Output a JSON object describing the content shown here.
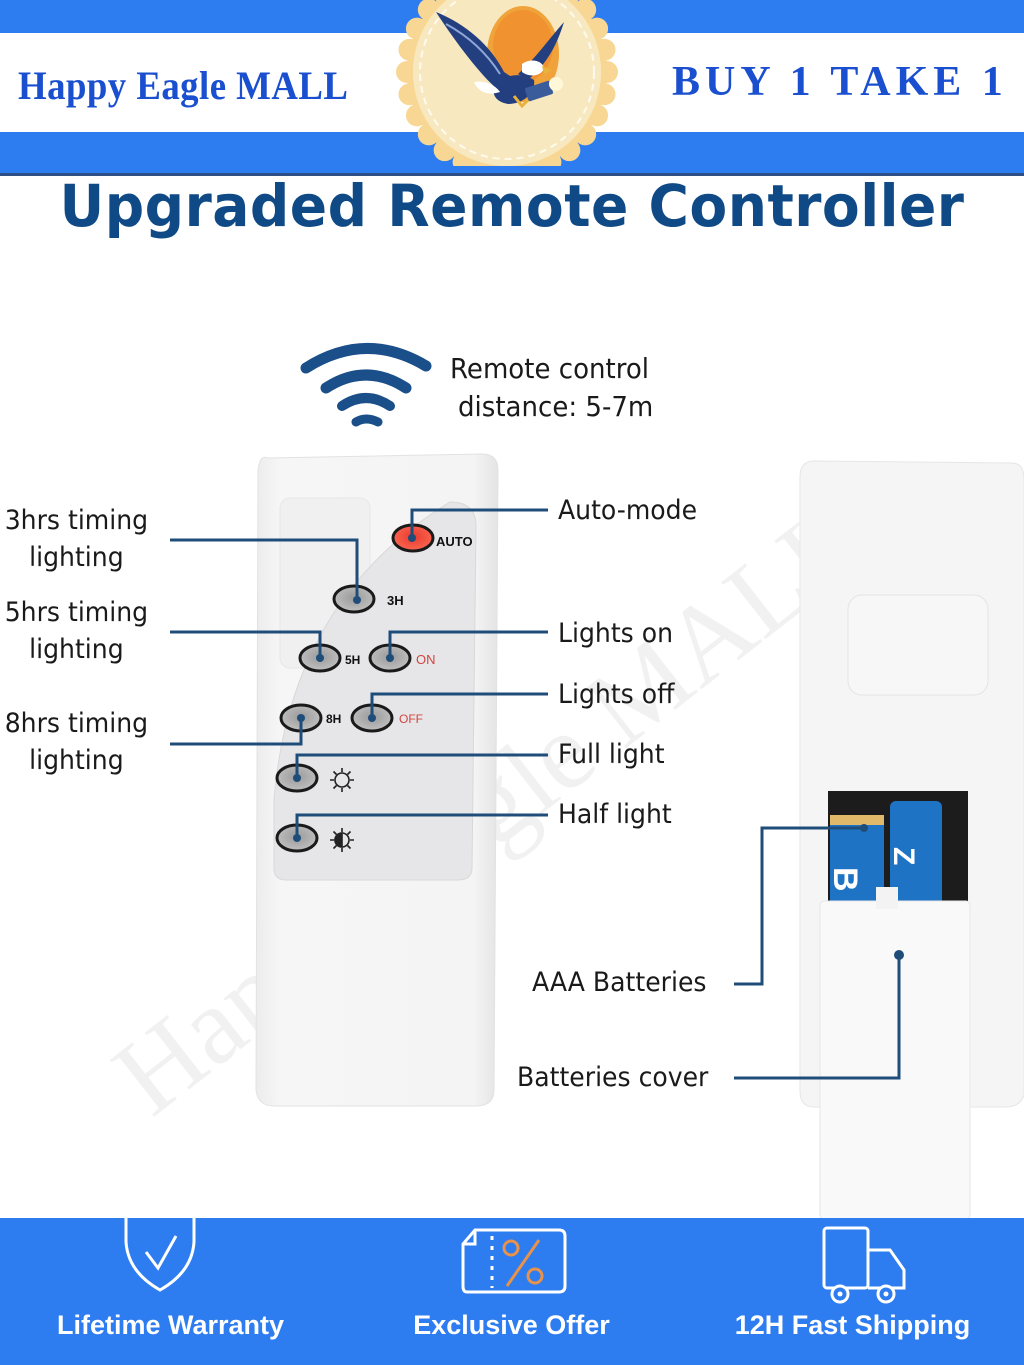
{
  "header": {
    "brand": "Happy Eagle MALL",
    "promo": "BUY 1 TAKE 1",
    "logo_icon": "eagle-flashlight-badge-icon"
  },
  "title": "Upgraded Remote Controller",
  "signal": {
    "icon": "wifi-signal-icon",
    "text_line1": "Remote control",
    "text_line2": "distance: 5-7m"
  },
  "remote": {
    "buttons": [
      {
        "key": "auto",
        "label": "AUTO",
        "color": "#ee3b30"
      },
      {
        "key": "3h",
        "label": "3H"
      },
      {
        "key": "5h",
        "label": "5H"
      },
      {
        "key": "on",
        "label": "ON",
        "color": "#d2453f"
      },
      {
        "key": "8h",
        "label": "8H"
      },
      {
        "key": "off",
        "label": "OFF",
        "color": "#d2453f"
      },
      {
        "key": "full",
        "label": "",
        "icon": "sun-icon"
      },
      {
        "key": "half",
        "label": "",
        "icon": "half-sun-icon"
      }
    ]
  },
  "callouts_left": [
    {
      "line1": "3hrs timing",
      "line2": "lighting"
    },
    {
      "line1": "5hrs timing",
      "line2": "lighting"
    },
    {
      "line1": "8hrs timing",
      "line2": "lighting"
    }
  ],
  "callouts_right": [
    "Auto-mode",
    "Lights on",
    "Lights off",
    "Full light",
    "Half light"
  ],
  "callouts_back": {
    "batteries": "AAA Batteries",
    "cover": "Batteries cover"
  },
  "watermark": "Happy Eagle MALL",
  "footer": {
    "features": [
      {
        "label": "Lifetime Warranty",
        "icon": "shield-check-icon"
      },
      {
        "label": "Exclusive Offer",
        "icon": "discount-coupon-icon"
      },
      {
        "label": "12H Fast Shipping",
        "icon": "delivery-truck-icon"
      }
    ]
  },
  "colors": {
    "brand_blue": "#2d7cf0",
    "title_navy": "#0f4a86",
    "callout_line": "#1f4d7a",
    "accent_orange": "#e8924a"
  }
}
